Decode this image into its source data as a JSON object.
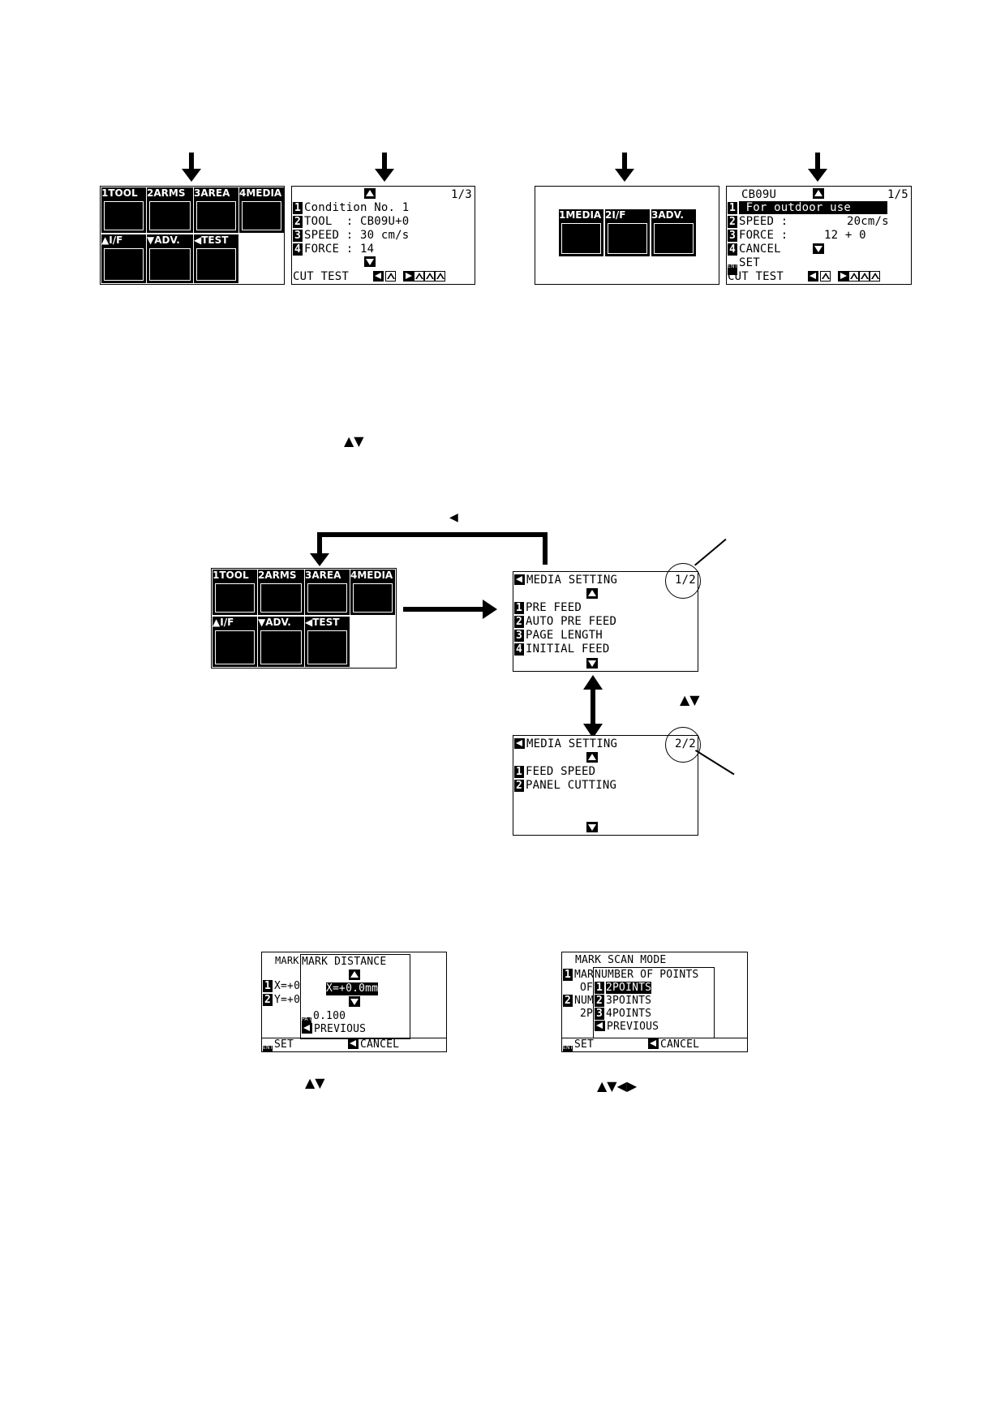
{
  "top_left_menu": {
    "tiles": [
      {
        "num": "1",
        "label": "TOOL"
      },
      {
        "num": "2",
        "label": "ARMS"
      },
      {
        "num": "3",
        "label": "AREA"
      },
      {
        "num": "4",
        "label": "MEDIA"
      },
      {
        "num": "▲",
        "label": "I/F"
      },
      {
        "num": "▼",
        "label": "ADV."
      },
      {
        "num": "◀",
        "label": "TEST"
      }
    ]
  },
  "condition_screen": {
    "page": "1/3",
    "rows": [
      {
        "num": "1",
        "text": "Condition No. 1"
      },
      {
        "num": "2",
        "text": "TOOL  : CB09U+0"
      },
      {
        "num": "3",
        "text": "SPEED : 30 cm/s"
      },
      {
        "num": "4",
        "text": "FORCE : 14"
      }
    ],
    "footer": "CUT TEST"
  },
  "media_if_adv_screen": {
    "tiles": [
      {
        "num": "1",
        "label": "MEDIA"
      },
      {
        "num": "2",
        "label": "I/F"
      },
      {
        "num": "3",
        "label": "ADV."
      }
    ]
  },
  "tool_screen": {
    "tool": "CB09U",
    "page": "1/5",
    "selected": " For outdoor use",
    "rows": [
      {
        "num": "2",
        "text": "SPEED :",
        "value": "20cm/s"
      },
      {
        "num": "3",
        "text": "FORCE :",
        "value": "12 + 0"
      },
      {
        "num": "4",
        "text": "CANCEL"
      }
    ],
    "set": "SET",
    "footer": "CUT TEST"
  },
  "instruction_glyph_1": "▲▼",
  "flow_back_glyph": "◀",
  "main_menu_middle": {
    "tiles": [
      {
        "num": "1",
        "label": "TOOL"
      },
      {
        "num": "2",
        "label": "ARMS"
      },
      {
        "num": "3",
        "label": "AREA"
      },
      {
        "num": "4",
        "label": "MEDIA"
      },
      {
        "num": "▲",
        "label": "I/F"
      },
      {
        "num": "▼",
        "label": "ADV."
      },
      {
        "num": "◀",
        "label": "TEST"
      }
    ]
  },
  "media_setting_1": {
    "title": "MEDIA SETTING",
    "page": "1/2",
    "rows": [
      {
        "num": "1",
        "text": "PRE FEED"
      },
      {
        "num": "2",
        "text": "AUTO PRE FEED"
      },
      {
        "num": "3",
        "text": "PAGE LENGTH"
      },
      {
        "num": "4",
        "text": "INITIAL FEED"
      }
    ]
  },
  "flow_updown_glyph": "▲▼",
  "media_setting_2": {
    "title": "MEDIA SETTING",
    "page": "2/2",
    "rows": [
      {
        "num": "1",
        "text": "FEED SPEED"
      },
      {
        "num": "2",
        "text": "PANEL CUTTING"
      }
    ]
  },
  "mark_distance_screen": {
    "bg_title": "MARK",
    "bg_row1": "X=+0",
    "bg_row2": "Y=+0",
    "popup_title": "MARK DISTANCE",
    "value": "X=+0.0mm",
    "step": "0.100",
    "previous": "PREVIOUS",
    "set": "SET",
    "cancel": "CANCEL"
  },
  "mark_scan_screen": {
    "title": "MARK SCAN MODE",
    "bg_row1a": "MAR",
    "bg_row1b": "OF",
    "bg_row2a": "NUM",
    "bg_row2b": "2P",
    "popup_title": "NUMBER OF POINTS",
    "options": [
      "2POINTS",
      "3POINTS",
      "4POINTS"
    ],
    "previous": "PREVIOUS",
    "set": "SET",
    "cancel": "CANCEL"
  },
  "caption_glyph_left": "▲▼",
  "caption_glyph_right": "▲▼◀▶"
}
